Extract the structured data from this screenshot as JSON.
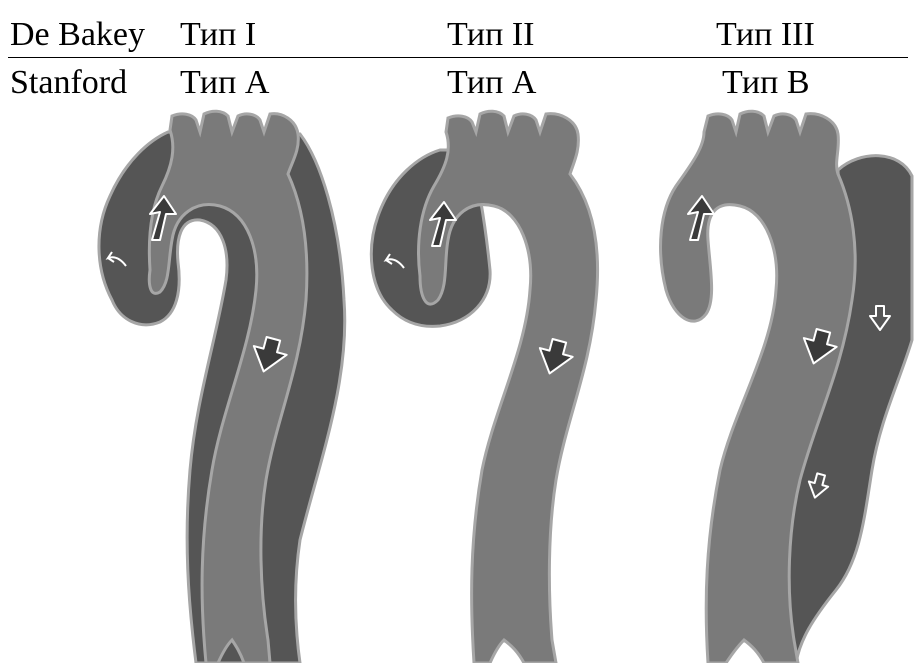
{
  "header": {
    "row1_label": "De Bakey",
    "row2_label": "Stanford"
  },
  "columns": [
    {
      "debakey": "Тип I",
      "stanford": "Тип A"
    },
    {
      "debakey": "Тип II",
      "stanford": "Тип A"
    },
    {
      "debakey": "Тип III",
      "stanford": "Тип B"
    }
  ],
  "colors": {
    "true_lumen": "#7a7a7a",
    "false_lumen": "#555555",
    "outline": "#a6a6a6",
    "arrow_dark": "#3a3a3a",
    "arrow_outline": "#ffffff"
  }
}
